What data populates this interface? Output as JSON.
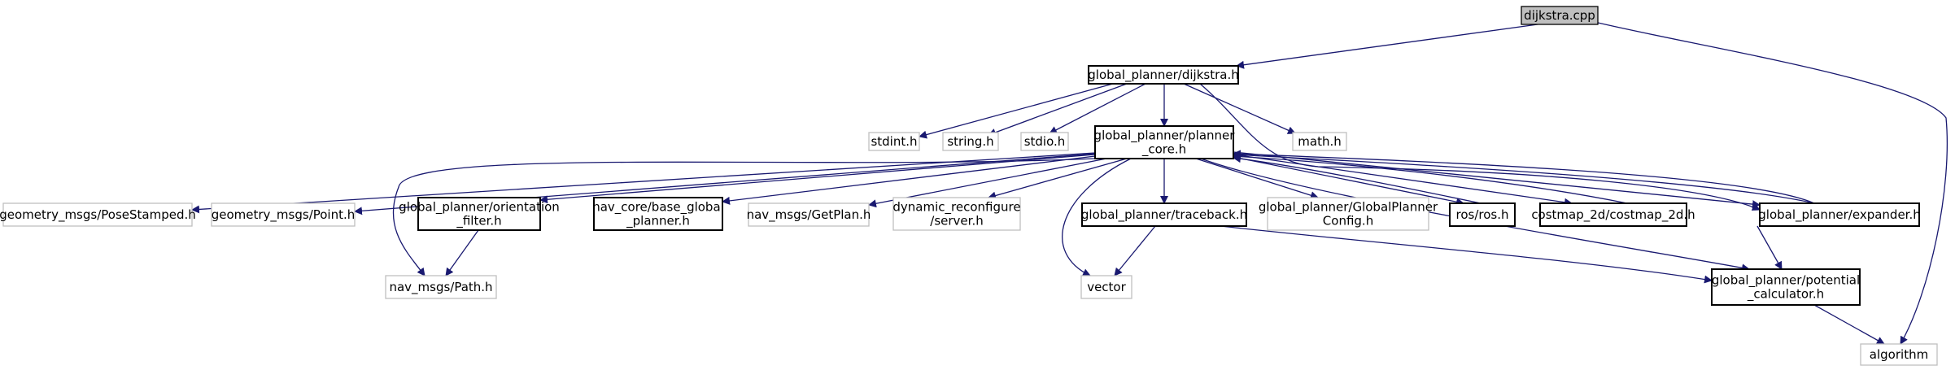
{
  "nodes": {
    "dijkstra_cpp": {
      "lines": [
        "dijkstra.cpp"
      ]
    },
    "dijkstra_h": {
      "lines": [
        "global_planner/dijkstra.h"
      ]
    },
    "stdint": {
      "lines": [
        "stdint.h"
      ]
    },
    "string": {
      "lines": [
        "string.h"
      ]
    },
    "stdio": {
      "lines": [
        "stdio.h"
      ]
    },
    "planner_core": {
      "lines": [
        "global_planner/planner",
        "_core.h"
      ]
    },
    "math": {
      "lines": [
        "math.h"
      ]
    },
    "pose_stamped": {
      "lines": [
        "geometry_msgs/PoseStamped.h"
      ]
    },
    "point": {
      "lines": [
        "geometry_msgs/Point.h"
      ]
    },
    "orientation_filter": {
      "lines": [
        "global_planner/orientation",
        "_filter.h"
      ]
    },
    "base_global_planner": {
      "lines": [
        "nav_core/base_global",
        "_planner.h"
      ]
    },
    "get_plan": {
      "lines": [
        "nav_msgs/GetPlan.h"
      ]
    },
    "dyn_reconf": {
      "lines": [
        "dynamic_reconfigure",
        "/server.h"
      ]
    },
    "traceback": {
      "lines": [
        "global_planner/traceback.h"
      ]
    },
    "gp_config": {
      "lines": [
        "global_planner/GlobalPlanner",
        "Config.h"
      ]
    },
    "ros": {
      "lines": [
        "ros/ros.h"
      ]
    },
    "costmap": {
      "lines": [
        "costmap_2d/costmap_2d.h"
      ]
    },
    "expander": {
      "lines": [
        "global_planner/expander.h"
      ]
    },
    "path": {
      "lines": [
        "nav_msgs/Path.h"
      ]
    },
    "vector": {
      "lines": [
        "vector"
      ]
    },
    "potential_calc": {
      "lines": [
        "global_planner/potential",
        "_calculator.h"
      ]
    },
    "algorithm": {
      "lines": [
        "algorithm"
      ]
    }
  }
}
